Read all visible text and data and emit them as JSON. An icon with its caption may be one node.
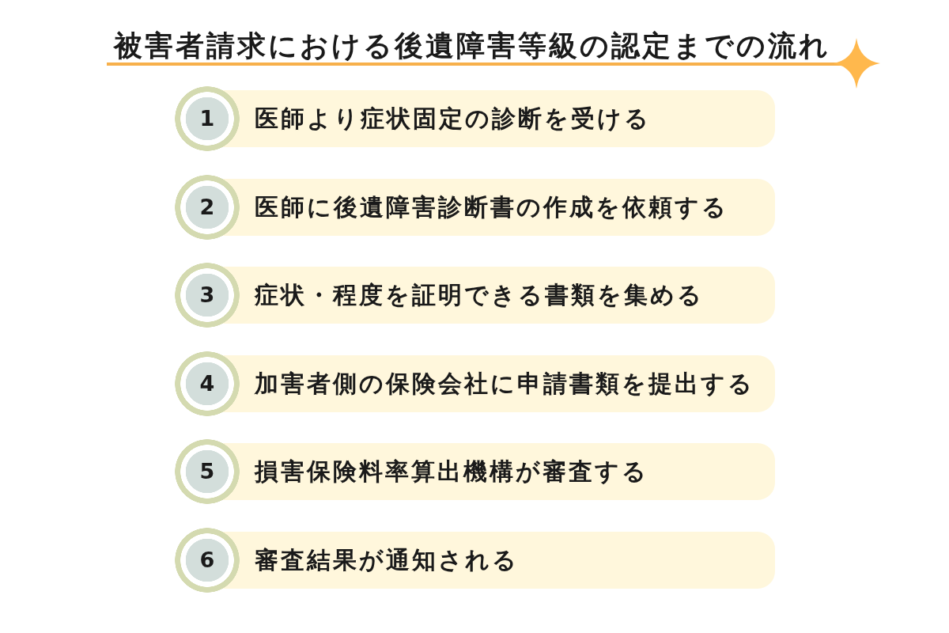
{
  "diagram": {
    "title": "被害者請求における後遺障害等級の認定までの流れ",
    "nodes": [
      {
        "text": [
          "1"
        ]
      },
      {
        "text": [
          "医師より症状固定の診断を受ける"
        ]
      },
      {
        "text": [
          "2"
        ]
      },
      {
        "text": [
          "医師に後遺障害診断書の作成を依頼する"
        ]
      },
      {
        "text": [
          "3"
        ]
      },
      {
        "text": [
          "症状・程度を証明できる書類を集める"
        ]
      },
      {
        "text": [
          "4"
        ]
      },
      {
        "text": [
          "加害者側の保険会社に申請書類を提出する"
        ]
      },
      {
        "text": [
          "5"
        ]
      },
      {
        "text": [
          "損害保険料率算出機構が審査する"
        ]
      },
      {
        "text": [
          "6"
        ]
      },
      {
        "text": [
          "審査結果が通知される"
        ]
      }
    ]
  }
}
